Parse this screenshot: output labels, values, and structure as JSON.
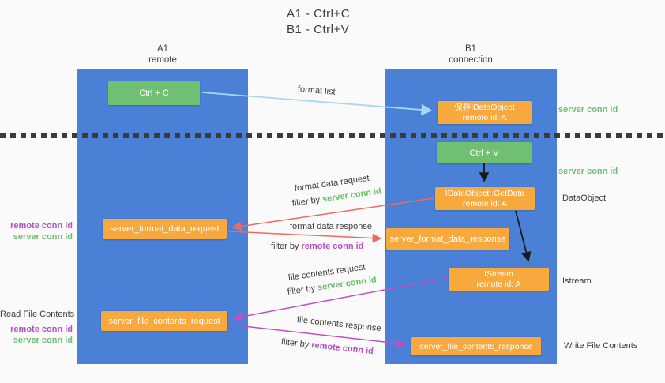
{
  "title": {
    "line1": "A1 - Ctrl+C",
    "line2": "B1 - Ctrl+V"
  },
  "columns": {
    "left": {
      "name": "A1",
      "subtitle": "remote"
    },
    "right": {
      "name": "B1",
      "subtitle": "connection"
    }
  },
  "boxes": {
    "ctrl_c": "Ctrl + C",
    "save_idataobject": {
      "title": "保存IDataObject",
      "subtitle": "remote id: A"
    },
    "ctrl_v": "Ctrl + V",
    "getdata": {
      "title": "IDataObject::GetData",
      "subtitle": "remote id: A"
    },
    "format_request": "server_format_data_request",
    "format_response": "server_format_data_response",
    "istream": {
      "title": "IStream",
      "subtitle": "remote id: A"
    },
    "file_request": "server_file_contents_request",
    "file_response": "server_file_contents_response"
  },
  "arrows": {
    "format_list": {
      "label": "format list"
    },
    "format_data_request": {
      "label": "format data request",
      "filter_prefix": "filter by",
      "filter_id": "server conn id"
    },
    "format_data_response": {
      "label": "format data response",
      "filter_prefix": "filter by",
      "filter_id": "remote conn id"
    },
    "file_contents_request": {
      "label": "file contents request",
      "filter_prefix": "filter by",
      "filter_id": "server conn id"
    },
    "file_contents_response": {
      "label": "file contents response",
      "filter_prefix": "filter by",
      "filter_id": "remote conn id"
    }
  },
  "side_labels": {
    "right": {
      "server_conn_id_top": "server conn id",
      "server_conn_id_mid": "server conn id",
      "dataobject": "DataObject",
      "istream": "Istream",
      "write_file_contents": "Write File Contents"
    },
    "left": {
      "remote_conn_id_1": "remote conn id",
      "server_conn_id_1": "server conn id",
      "read_file_contents": "Read File Contents",
      "remote_conn_id_2": "remote conn id",
      "server_conn_id_2": "server conn id"
    }
  },
  "colors": {
    "column_blue": "#4a80d6",
    "box_green": "#70bf73",
    "box_orange": "#f7a93e",
    "arrow_light_blue": "#a9d7f2",
    "arrow_red": "#ec6a62",
    "arrow_magenta": "#c24fc4",
    "arrow_black": "#1a1a1a",
    "label_green": "#6abf6e",
    "label_purple": "#b44ec6",
    "background": "#fafafa"
  }
}
